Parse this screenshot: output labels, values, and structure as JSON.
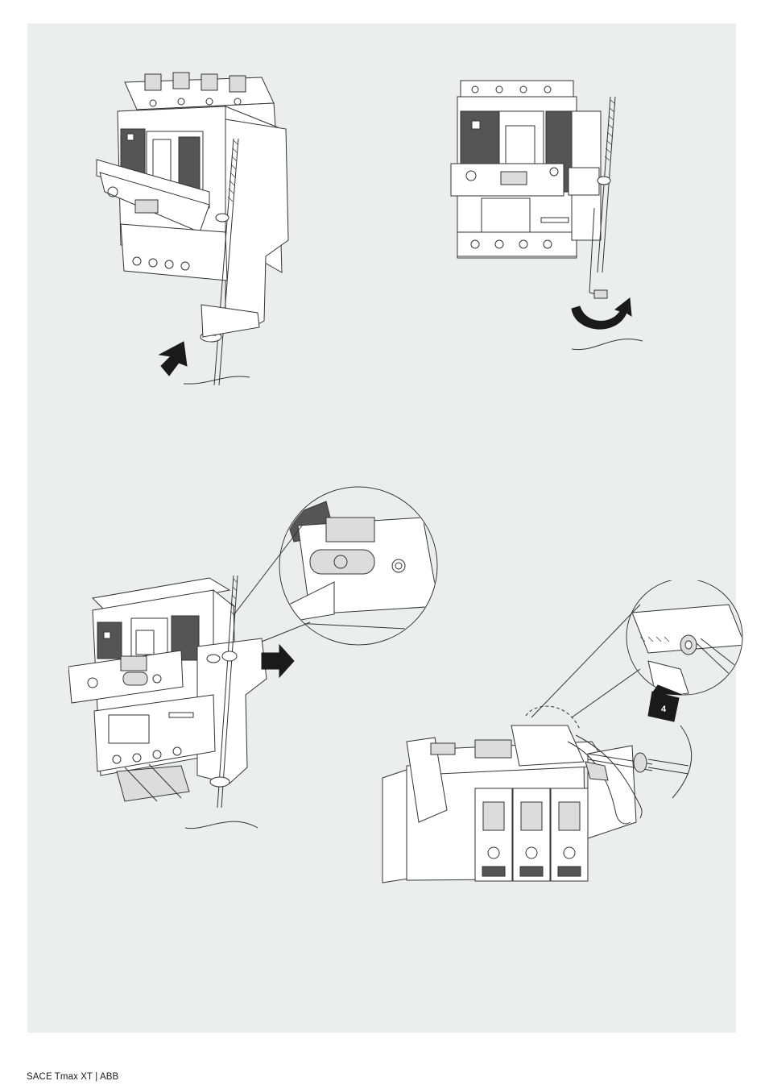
{
  "footer": {
    "product": "SACE Tmax XT",
    "separator": "|",
    "brand": "ABB"
  },
  "figures": {
    "step4_label": "4"
  },
  "colors": {
    "panel_background": "#eceeed",
    "line": "#333333",
    "arrow": "#1a1a1a"
  },
  "icons": [
    "push-arrow-icon",
    "rotate-arrow-icon",
    "step-number-arrow-icon"
  ]
}
